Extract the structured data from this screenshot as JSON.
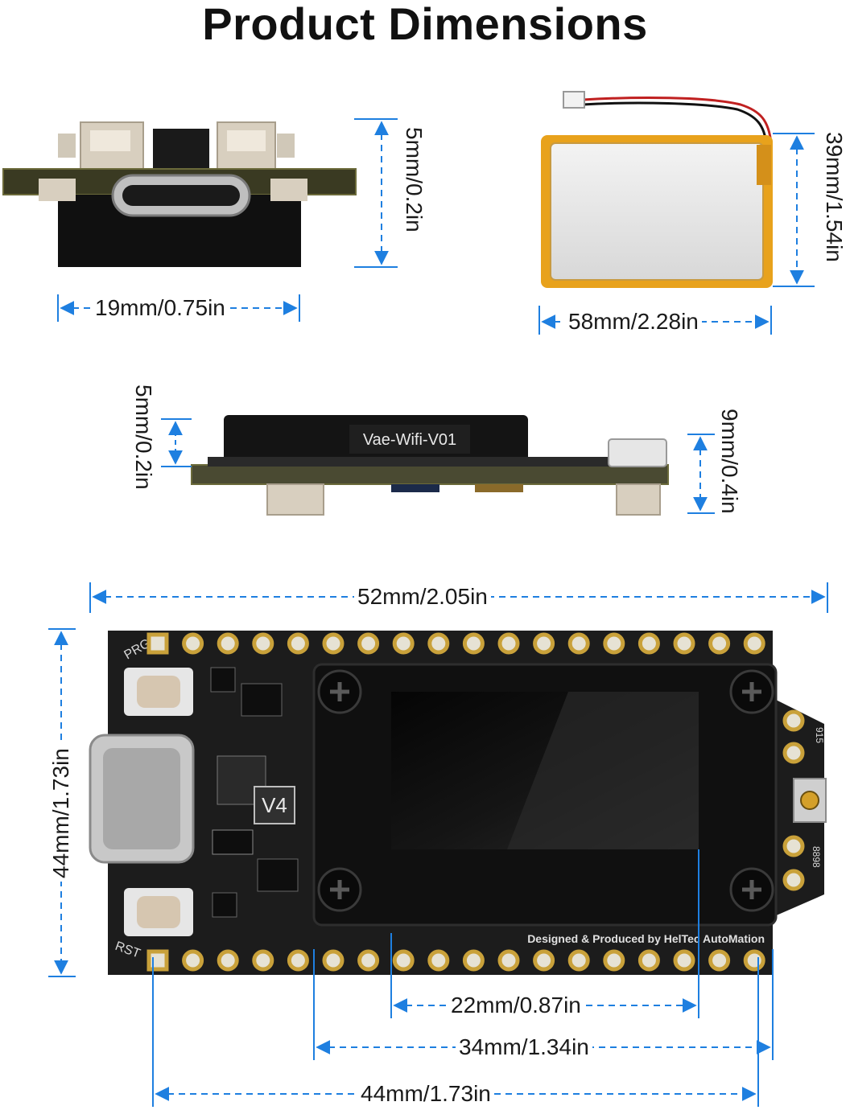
{
  "title": "Product Dimensions",
  "board": {
    "module_label": "Vae-Wifi-V01",
    "version_label": "V4",
    "prg_label": "PRG",
    "rst_label": "RST",
    "credit": "Designed & Produced by HelTec AutoMation",
    "pin_label_top": "915",
    "pin_label_bottom": "8898"
  },
  "dimensions": {
    "connector_height": "5mm/0.2in",
    "connector_width": "19mm/0.75in",
    "battery_height": "39mm/1.54in",
    "battery_width": "58mm/2.28in",
    "side_left_height": "5mm/0.2in",
    "side_right_height": "9mm/0.4in",
    "board_length": "52mm/2.05in",
    "board_height": "44mm/1.73in",
    "screen_width": "22mm/0.87in",
    "display_width": "34mm/1.34in",
    "pin_span": "44mm/1.73in"
  },
  "colors": {
    "dimension_line": "#1e7fe0",
    "pcb": "#1c1c1c",
    "battery": "#e8a21c"
  }
}
